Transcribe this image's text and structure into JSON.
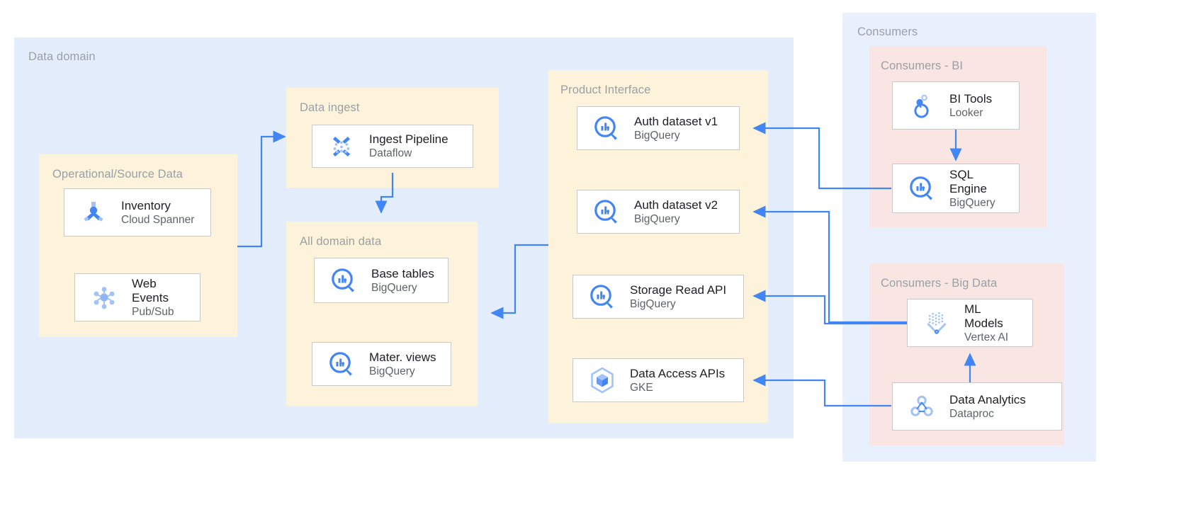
{
  "zones": {
    "data_domain": {
      "label": "Data domain"
    },
    "operational": {
      "label": "Operational/Source Data"
    },
    "data_ingest": {
      "label": "Data ingest"
    },
    "all_domain_data": {
      "label": "All domain data"
    },
    "product_interface": {
      "label": "Product Interface"
    },
    "consumers": {
      "label": "Consumers"
    },
    "consumers_bi": {
      "label": "Consumers - BI"
    },
    "consumers_big_data": {
      "label": "Consumers - Big Data"
    }
  },
  "nodes": {
    "inventory": {
      "title": "Inventory",
      "subtitle": "Cloud Spanner",
      "icon": "cloud-spanner-icon"
    },
    "web_events": {
      "title": "Web\nEvents",
      "subtitle": "Pub/Sub",
      "icon": "pubsub-icon"
    },
    "ingest_pipeline": {
      "title": "Ingest Pipeline",
      "subtitle": "Dataflow",
      "icon": "dataflow-icon"
    },
    "base_tables": {
      "title": "Base tables",
      "subtitle": "BigQuery",
      "icon": "bigquery-icon"
    },
    "mater_views": {
      "title": "Mater. views",
      "subtitle": "BigQuery",
      "icon": "bigquery-icon"
    },
    "auth_dataset_v1": {
      "title": "Auth dataset v1",
      "subtitle": "BigQuery",
      "icon": "bigquery-icon"
    },
    "auth_dataset_v2": {
      "title": "Auth dataset v2",
      "subtitle": "BigQuery",
      "icon": "bigquery-icon"
    },
    "storage_read_api": {
      "title": "Storage Read API",
      "subtitle": "BigQuery",
      "icon": "bigquery-icon"
    },
    "data_access_apis": {
      "title": "Data Access APIs",
      "subtitle": "GKE",
      "icon": "gke-icon"
    },
    "bi_tools": {
      "title": "BI Tools",
      "subtitle": "Looker",
      "icon": "looker-icon"
    },
    "sql_engine": {
      "title": "SQL\nEngine",
      "subtitle": "BigQuery",
      "icon": "bigquery-icon"
    },
    "ml_models": {
      "title": "ML\nModels",
      "subtitle": "Vertex AI",
      "icon": "vertex-ai-icon"
    },
    "data_analytics": {
      "title": "Data Analytics",
      "subtitle": "Dataproc",
      "icon": "dataproc-icon"
    }
  },
  "colors": {
    "zone_blue": "#e3edfb",
    "zone_blue_light": "#e8f0fd",
    "zone_yellow": "#fdf3da",
    "zone_pink": "#f9e6e3",
    "arrow": "#4285f4",
    "icon_blue": "#4285f4",
    "icon_blue_light": "#a3c2f7",
    "node_border": "#c9c9c9",
    "label_gray": "#9aa0a6",
    "title_text": "#202124",
    "subtitle_text": "#5f6368"
  },
  "edges": [
    {
      "name": "operational-to-ingest",
      "from": "operational",
      "to": "ingest_pipeline"
    },
    {
      "name": "ingest-to-all-domain-data",
      "from": "ingest_pipeline",
      "to": "all_domain_data"
    },
    {
      "name": "product-interface-to-all-domain-data",
      "from": "product_interface",
      "to": "all_domain_data"
    },
    {
      "name": "sql-engine-to-auth-v1",
      "from": "sql_engine",
      "to": "auth_dataset_v1"
    },
    {
      "name": "bi-tools-to-sql-engine",
      "from": "bi_tools",
      "to": "sql_engine"
    },
    {
      "name": "ml-models-to-auth-v2",
      "from": "ml_models",
      "to": "auth_dataset_v2"
    },
    {
      "name": "ml-models-to-storage-read-api",
      "from": "ml_models",
      "to": "storage_read_api"
    },
    {
      "name": "data-analytics-to-data-access-apis",
      "from": "data_analytics",
      "to": "data_access_apis"
    },
    {
      "name": "data-analytics-to-ml-models",
      "from": "data_analytics",
      "to": "ml_models"
    }
  ]
}
